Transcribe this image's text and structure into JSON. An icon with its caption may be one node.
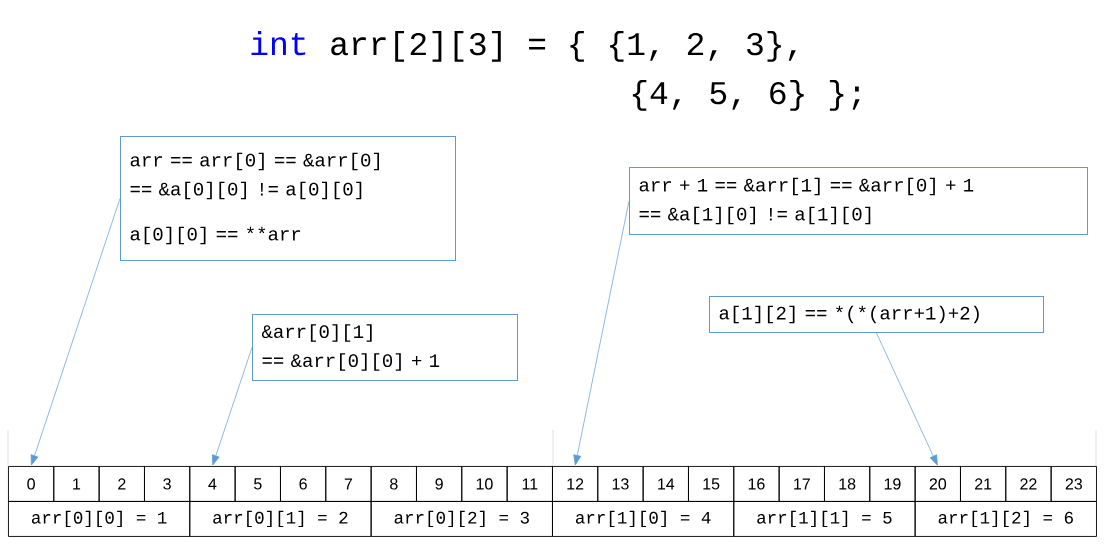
{
  "diagram": {
    "nodes": [
      {
        "text": [
          "arr == arr[0] == &arr[0]",
          "== &a[0][0] != a[0][0]",
          "a[0][0] == **arr"
        ]
      },
      {
        "text": [
          "&arr[0][1]",
          "== &arr[0][0] + 1"
        ]
      },
      {
        "text": [
          "arr + 1 == &arr[1] == &arr[0] + 1",
          "== &a[1][0] != a[1][0]"
        ]
      },
      {
        "text": [
          "a[1][2] == *(",
          "*(arr+1)+2)"
        ]
      },
      {
        "text": [
          "0"
        ]
      },
      {
        "text": [
          "1"
        ]
      },
      {
        "text": [
          "2"
        ]
      },
      {
        "text": [
          "3"
        ]
      },
      {
        "text": [
          "4"
        ]
      },
      {
        "text": [
          "5"
        ]
      },
      {
        "text": [
          "6"
        ]
      },
      {
        "text": [
          "7"
        ]
      },
      {
        "text": [
          "8"
        ]
      },
      {
        "text": [
          "9"
        ]
      },
      {
        "text": [
          "10"
        ]
      },
      {
        "text": [
          "11"
        ]
      },
      {
        "text": [
          "12"
        ]
      },
      {
        "text": [
          "13"
        ]
      },
      {
        "text": [
          "14"
        ]
      },
      {
        "text": [
          "15"
        ]
      },
      {
        "text": [
          "16"
        ]
      },
      {
        "text": [
          "17"
        ]
      },
      {
        "text": [
          "18"
        ]
      },
      {
        "text": [
          "19"
        ]
      },
      {
        "text": [
          "20"
        ]
      },
      {
        "text": [
          "21"
        ]
      },
      {
        "text": [
          "22"
        ]
      },
      {
        "text": [
          "23"
        ]
      },
      {
        "text": [
          "arr[0][0] = 1"
        ]
      },
      {
        "text": [
          "arr[0][1] = 2"
        ]
      },
      {
        "text": [
          "arr[0][2] = 3"
        ]
      },
      {
        "text": [
          "arr[1][0] = 4"
        ]
      },
      {
        "text": [
          "arr[1][1] = 5"
        ]
      },
      {
        "text": [
          "arr[1][2] = 6"
        ]
      }
    ],
    "edges": [
      {
        "from": 0,
        "to": 4,
        "arrow": "to"
      },
      {
        "from": 1,
        "to": 8,
        "arrow": "to"
      },
      {
        "from": 2,
        "to": 16,
        "arrow": "to"
      },
      {
        "from": 3,
        "to": 24,
        "arrow": "to"
      }
    ],
    "labels": [
      "int",
      "arr[2][3] = { {1, 2, 3},",
      "{4, 5, 6} };"
    ]
  }
}
